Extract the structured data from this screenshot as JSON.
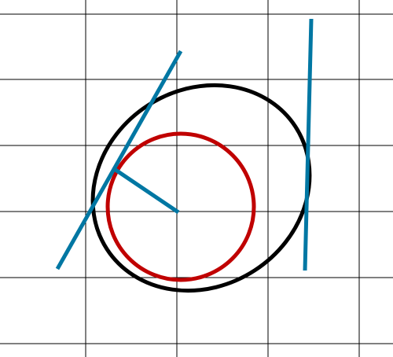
{
  "colors": {
    "background": "#ffffff",
    "grid": "#000000",
    "ellipse": "#000000",
    "circle": "#c00000",
    "tangent": "#0077a3",
    "radius": "#0077a3"
  },
  "elements": [
    "grid",
    "ellipse",
    "circle",
    "tangent-line-left",
    "tangent-line-right",
    "radius-segment"
  ]
}
